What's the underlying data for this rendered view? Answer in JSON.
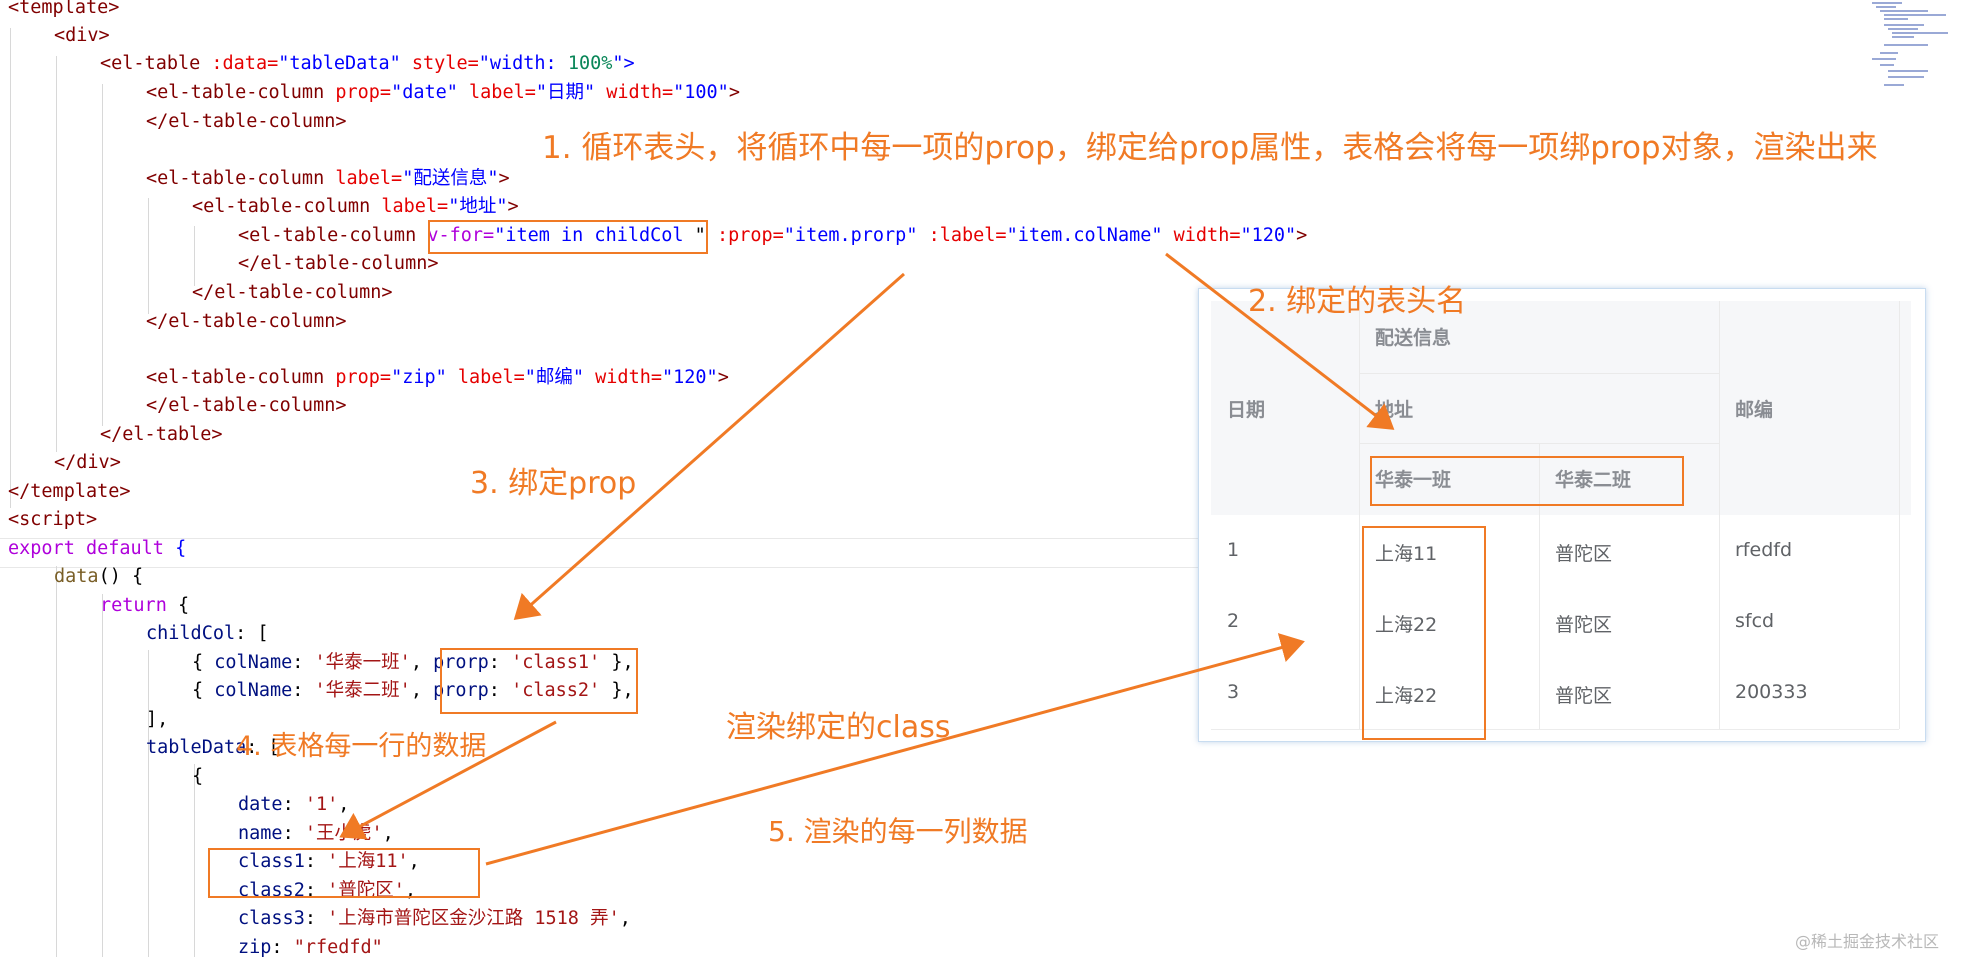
{
  "code": {
    "l1": "<template>",
    "l2": "<div>",
    "l3_open": "<el-table",
    "l3_attr": ":data=",
    "l3_val": "\"tableData\"",
    "l3_style": "style=",
    "l3_q1": "\"width: ",
    "l3_pct": "100%",
    "l3_q2": "\">",
    "l4_tag": "<el-table-column",
    "l4_prop": "prop=",
    "l4_propv": "\"date\"",
    "l4_label": "label=",
    "l4_labelv": "\"日期\"",
    "l4_width": "width=",
    "l4_widthv": "\"100\"",
    "l4_close": ">",
    "l5": "</el-table-column>",
    "l7_tag": "<el-table-column",
    "l7_label": "label=",
    "l7_labelv": "\"配送信息\"",
    "l7_close": ">",
    "l8_tag": "<el-table-column",
    "l8_label": "label=",
    "l8_labelv": "\"地址\"",
    "l8_close": ">",
    "l9_tag": "<el-table-column",
    "l9_vfor": "v-for=",
    "l9_vforv": "\"item in childCol",
    "l9_gap": " \"",
    "l9_prop": ":prop=",
    "l9_propv": "\"item.prorp\"",
    "l9_label": ":label=",
    "l9_labelv": "\"item.colName\"",
    "l9_width": "width=",
    "l9_widthv": "\"120\"",
    "l9_close": ">",
    "l10": "</el-table-column>",
    "l11": "</el-table-column>",
    "l12": "</el-table-column>",
    "l14_tag": "<el-table-column",
    "l14_prop": "prop=",
    "l14_propv": "\"zip\"",
    "l14_label": "label=",
    "l14_labelv": "\"邮编\"",
    "l14_width": "width=",
    "l14_widthv": "\"120\"",
    "l14_close": ">",
    "l15": "</el-table-column>",
    "l16": "</el-table>",
    "l17": "</div>",
    "l18": "</template>",
    "l19": "<script>",
    "l20_export": "export",
    "l20_default": "default",
    "l20_brace": "{",
    "l21_fn": "data",
    "l21_rest": "() {",
    "l22_kw": "return",
    "l22_rest": " {",
    "l23_key": "childCol",
    "l23_rest": ": [",
    "l24_open": "{ ",
    "l24_key": "colName",
    "l24_colon": ": ",
    "l24_val": "'华泰一班'",
    "l24_comma": ", ",
    "l24_pkey": "prorp",
    "l24_pcolon": ": ",
    "l24_pval": "'class1'",
    "l24_close": " },",
    "l25_open": "{ ",
    "l25_key": "colName",
    "l25_colon": ": ",
    "l25_val": "'华泰二班'",
    "l25_comma": ", ",
    "l25_pkey": "prorp",
    "l25_pcolon": ": ",
    "l25_pval": "'class2'",
    "l25_close": " },",
    "l26": "],",
    "l27_key": "tableData",
    "l27_rest": ": [",
    "l28": "{",
    "l29_key": "date",
    "l29_colon": ": ",
    "l29_val": "'1'",
    "l29_comma": ",",
    "l30_key": "name",
    "l30_colon": ": ",
    "l30_val": "'王小虎'",
    "l30_comma": ",",
    "l31_key": "class1",
    "l31_colon": ": ",
    "l31_val": "'上海11'",
    "l31_comma": ",",
    "l32_key": "class2",
    "l32_colon": ": ",
    "l32_val": "'普陀区'",
    "l32_comma": ",",
    "l33_key": "class3",
    "l33_colon": ": ",
    "l33_val": "'上海市普陀区金沙江路 1518 弄'",
    "l33_comma": ",",
    "l34_key": "zip",
    "l34_colon": ": ",
    "l34_val": "\"rfedfd\""
  },
  "annotations": {
    "a1": "1. 循环表头，将循环中每一项的prop，绑定给prop属性，表格会将每一项绑prop对象，渲染出来",
    "a2": "2. 绑定的表头名",
    "a3": "3. 绑定prop",
    "a4": "4. 表格每一行的数据",
    "a5": "渲染绑定的class",
    "a6": "5. 渲染的每一列数据"
  },
  "table": {
    "header_date": "日期",
    "header_group": "配送信息",
    "header_address": "地址",
    "header_class1": "华泰一班",
    "header_class2": "华泰二班",
    "header_zip": "邮编",
    "rows": [
      {
        "date": "1",
        "class1": "上海11",
        "class2": "普陀区",
        "zip": "rfedfd"
      },
      {
        "date": "2",
        "class1": "上海22",
        "class2": "普陀区",
        "zip": "sfcd"
      },
      {
        "date": "3",
        "class1": "上海22",
        "class2": "普陀区",
        "zip": "200333"
      }
    ]
  },
  "watermark": "@稀土掘金技术社区",
  "colors": {
    "annotation": "#f07a25",
    "tag": "#800000",
    "attribute": "#e50000",
    "string": "#0000ff"
  }
}
